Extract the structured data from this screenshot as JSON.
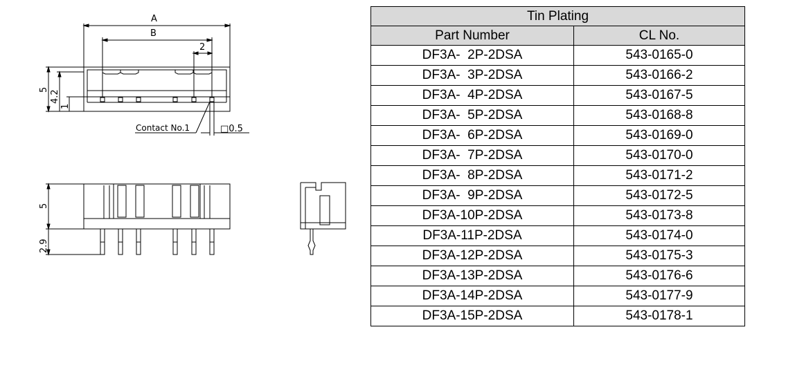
{
  "drawing": {
    "dim_a": "A",
    "dim_b": "B",
    "dim_pitch": "2",
    "dim_height": "5",
    "dim_4_2": "4.2",
    "dim_1": "1",
    "contact_label": "Contact No.1",
    "pin_size": "□0.5",
    "side_height": "5",
    "side_pin_length": "2.9"
  },
  "table": {
    "title": "Tin Plating",
    "headers": [
      "Part Number",
      "CL No."
    ],
    "rows": [
      [
        "DF3A-  2P-2DSA",
        "543-0165-0"
      ],
      [
        "DF3A-  3P-2DSA",
        "543-0166-2"
      ],
      [
        "DF3A-  4P-2DSA",
        "543-0167-5"
      ],
      [
        "DF3A-  5P-2DSA",
        "543-0168-8"
      ],
      [
        "DF3A-  6P-2DSA",
        "543-0169-0"
      ],
      [
        "DF3A-  7P-2DSA",
        "543-0170-0"
      ],
      [
        "DF3A-  8P-2DSA",
        "543-0171-2"
      ],
      [
        "DF3A-  9P-2DSA",
        "543-0172-5"
      ],
      [
        "DF3A-10P-2DSA",
        "543-0173-8"
      ],
      [
        "DF3A-11P-2DSA",
        "543-0174-0"
      ],
      [
        "DF3A-12P-2DSA",
        "543-0175-3"
      ],
      [
        "DF3A-13P-2DSA",
        "543-0176-6"
      ],
      [
        "DF3A-14P-2DSA",
        "543-0177-9"
      ],
      [
        "DF3A-15P-2DSA",
        "543-0178-1"
      ]
    ]
  }
}
